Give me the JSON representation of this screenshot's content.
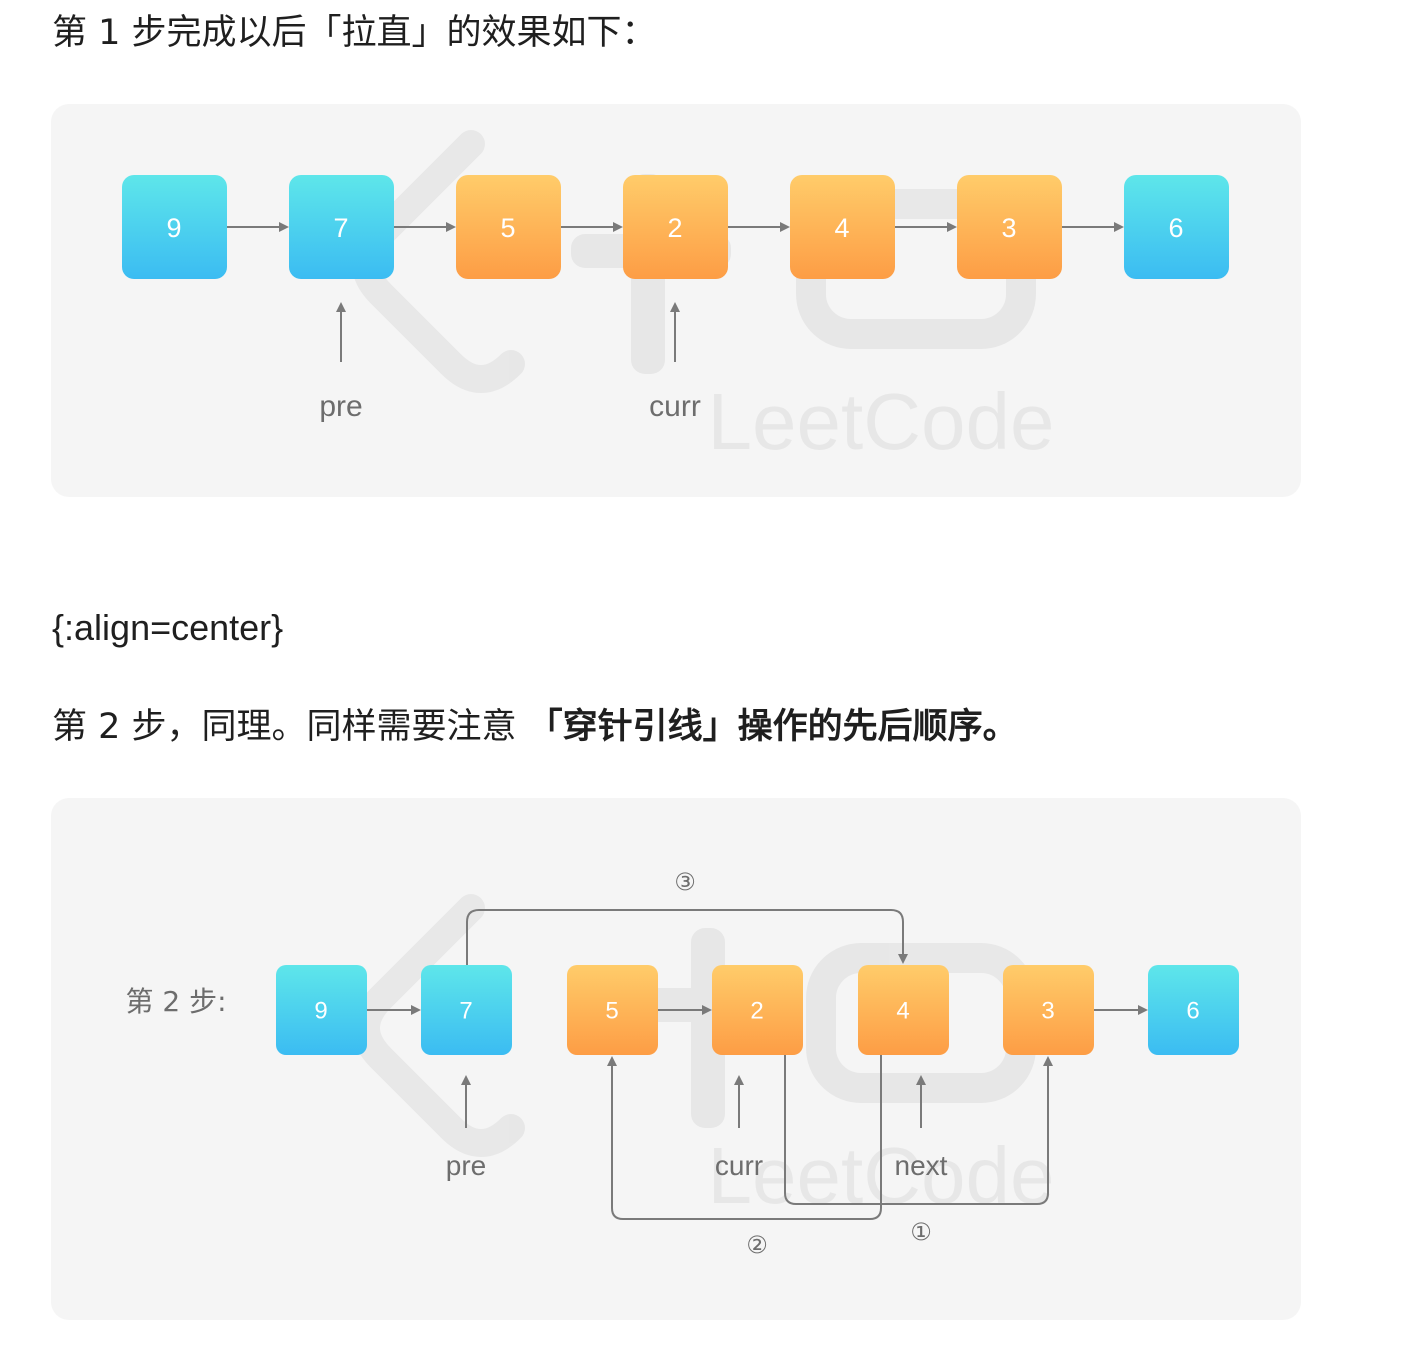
{
  "line1": "第 1 步完成以后「拉直」的效果如下：",
  "line2": "{:align=center}",
  "line3": {
    "normal": "第 2 步，同理。同样需要注意 ",
    "bold": "「穿针引线」操作的先后顺序。"
  },
  "diagram1": {
    "nodes": [
      {
        "value": "9",
        "color": "blue"
      },
      {
        "value": "7",
        "color": "blue"
      },
      {
        "value": "5",
        "color": "orange"
      },
      {
        "value": "2",
        "color": "orange"
      },
      {
        "value": "4",
        "color": "orange"
      },
      {
        "value": "3",
        "color": "orange"
      },
      {
        "value": "6",
        "color": "blue"
      }
    ],
    "pointers": {
      "pre": "pre",
      "curr": "curr"
    }
  },
  "diagram2": {
    "step_label": "第 2 步:",
    "nodes": [
      {
        "value": "9",
        "color": "blue"
      },
      {
        "value": "7",
        "color": "blue"
      },
      {
        "value": "5",
        "color": "orange"
      },
      {
        "value": "2",
        "color": "orange"
      },
      {
        "value": "4",
        "color": "orange"
      },
      {
        "value": "3",
        "color": "orange"
      },
      {
        "value": "6",
        "color": "blue"
      }
    ],
    "pointers": {
      "pre": "pre",
      "curr": "curr",
      "next": "next"
    },
    "step_marks": {
      "one": "①",
      "two": "②",
      "three": "③"
    }
  },
  "watermark": "LeetCode",
  "colors": {
    "blue_top": "#5ee6ea",
    "blue_bottom": "#3bbcf2",
    "orange_top": "#ffcc6a",
    "orange_bottom": "#fd9d45",
    "arrow": "#7a7a7a",
    "panel": "#f5f5f5"
  }
}
